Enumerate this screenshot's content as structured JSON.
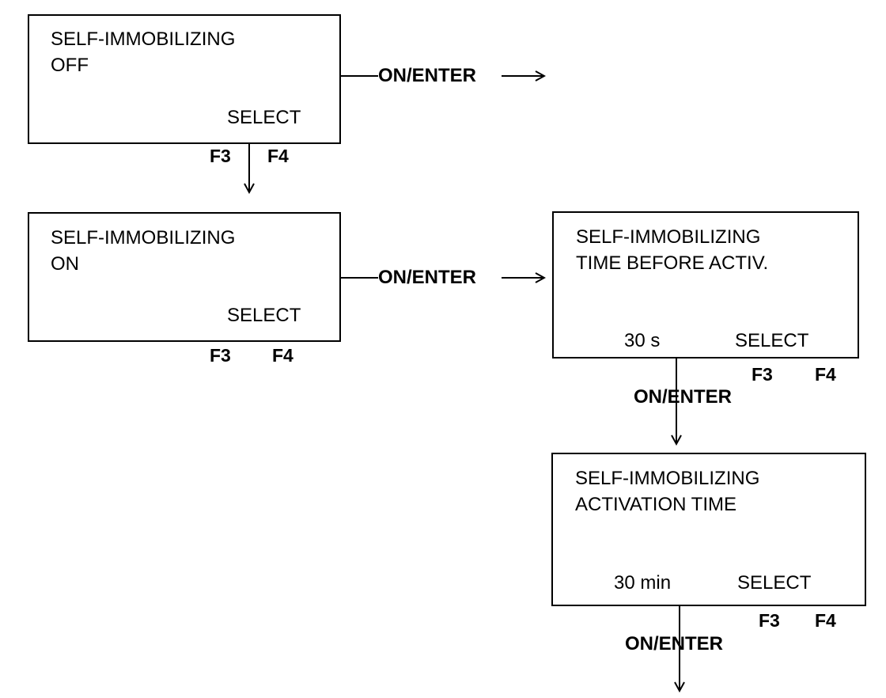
{
  "screens": [
    {
      "line1": "SELF-IMMOBILIZING",
      "line2": "OFF",
      "value": "",
      "select": "SELECT",
      "f3": "F3",
      "f4": "F4"
    },
    {
      "line1": "SELF-IMMOBILIZING",
      "line2": "ON",
      "value": "",
      "select": "SELECT",
      "f3": "F3",
      "f4": "F4"
    },
    {
      "line1": "SELF-IMMOBILIZING",
      "line2": "TIME BEFORE ACTIV.",
      "value": "30 s",
      "select": "SELECT",
      "f3": "F3",
      "f4": "F4"
    },
    {
      "line1": "SELF-IMMOBILIZING",
      "line2": "ACTIVATION TIME",
      "value": "30 min",
      "select": "SELECT",
      "f3": "F3",
      "f4": "F4"
    }
  ],
  "transitions": {
    "on_enter": "ON/ENTER"
  }
}
